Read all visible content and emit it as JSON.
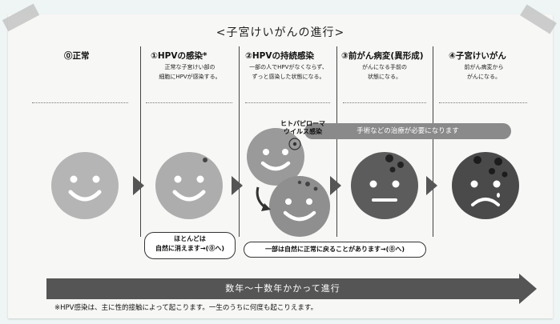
{
  "title": "<子宮けいがんの進行>",
  "stages": [
    {
      "heading": "⓪正常",
      "desc": ""
    },
    {
      "heading": "①HPVの感染*",
      "desc": "正常な子宮けい部の\n細胞にHPVが感染する。"
    },
    {
      "heading": "②HPVの持続感染",
      "desc": "一部の人でHPVがなくならず、\nずっと感染した状態になる。"
    },
    {
      "heading": "③前がん病変(異形成)",
      "desc": "がんになる手前の\n状態になる。"
    },
    {
      "heading": "④子宮けいがん",
      "desc": "前がん病変から\nがんになる。"
    }
  ],
  "virus_label": "ヒトパピローマ\nウイルス感染",
  "treatment_banner": "手術などの治療が必要になります",
  "bubble_left": "ほとんどは\n自然に消えます→(⓪へ)",
  "bubble_right": "一部は自然に正常に戻ることがあります→(⓪へ)",
  "timeline": "数年～十数年かかって進行",
  "footnote": "※HPV感染は、主に性的接触によって起こります。一生のうちに何度も起こりえます。",
  "colors": {
    "face_light": "#b3b3b3",
    "face_mid": "#8c8c8c",
    "face_dark": "#5a5a5a",
    "face_darker": "#4a4a4a",
    "arrow": "#555555"
  }
}
